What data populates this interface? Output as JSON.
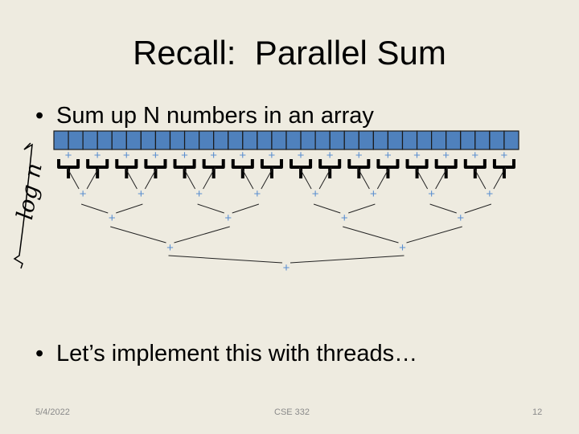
{
  "title": "Recall:  Parallel Sum",
  "bullets": [
    "Sum up N numbers in an array",
    "Let’s implement this with threads…"
  ],
  "annotation": "log n",
  "diagram": {
    "array_cells": 32,
    "operator": "+",
    "levels": 5,
    "cell_color": "#4F81BD",
    "plus_color": "#5B8FD0"
  },
  "footer": {
    "date": "5/4/2022",
    "course": "CSE 332",
    "page": "12"
  }
}
